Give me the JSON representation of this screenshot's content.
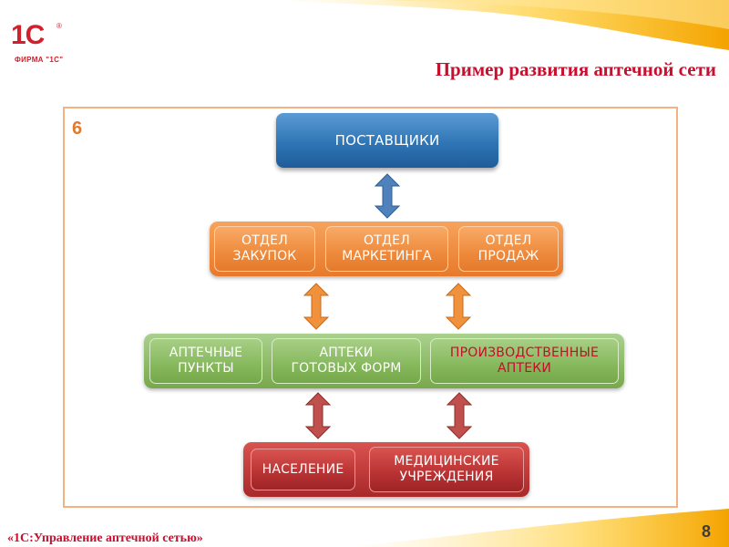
{
  "header": {
    "logo_mark": "1С",
    "logo_reg": "®",
    "logo_caption": "ФИРМА \"1С\"",
    "title": "Пример развития аптечной сети"
  },
  "frame": {
    "number": "6"
  },
  "diagram": {
    "suppliers": "ПОСТАВЩИКИ",
    "departments": [
      {
        "line1": "ОТДЕЛ",
        "line2": "ЗАКУПОК"
      },
      {
        "line1": "ОТДЕЛ",
        "line2": "МАРКЕТИНГА"
      },
      {
        "line1": "ОТДЕЛ",
        "line2": "ПРОДАЖ"
      }
    ],
    "pharmacies": [
      {
        "line1": "АПТЕЧНЫЕ",
        "line2": "ПУНКТЫ"
      },
      {
        "line1": "АПТЕКИ",
        "line2": "ГОТОВЫХ ФОРМ"
      },
      {
        "line1": "ПРОИЗВОДСТВЕННЫЕ",
        "line2": "АПТЕКИ"
      }
    ],
    "consumers": [
      {
        "line1": "НАСЕЛЕНИЕ"
      },
      {
        "line1": "МЕДИЦИНСКИЕ",
        "line2": "УЧРЕЖДЕНИЯ"
      }
    ]
  },
  "colors": {
    "blue_arrow": "#4f81bd",
    "orange_arrow": "#f0913b",
    "red_arrow": "#c0504d",
    "accent_text": "#c0102a"
  },
  "footer": {
    "title": "«1С:Управление аптечной сетью»",
    "page_number": "8"
  }
}
